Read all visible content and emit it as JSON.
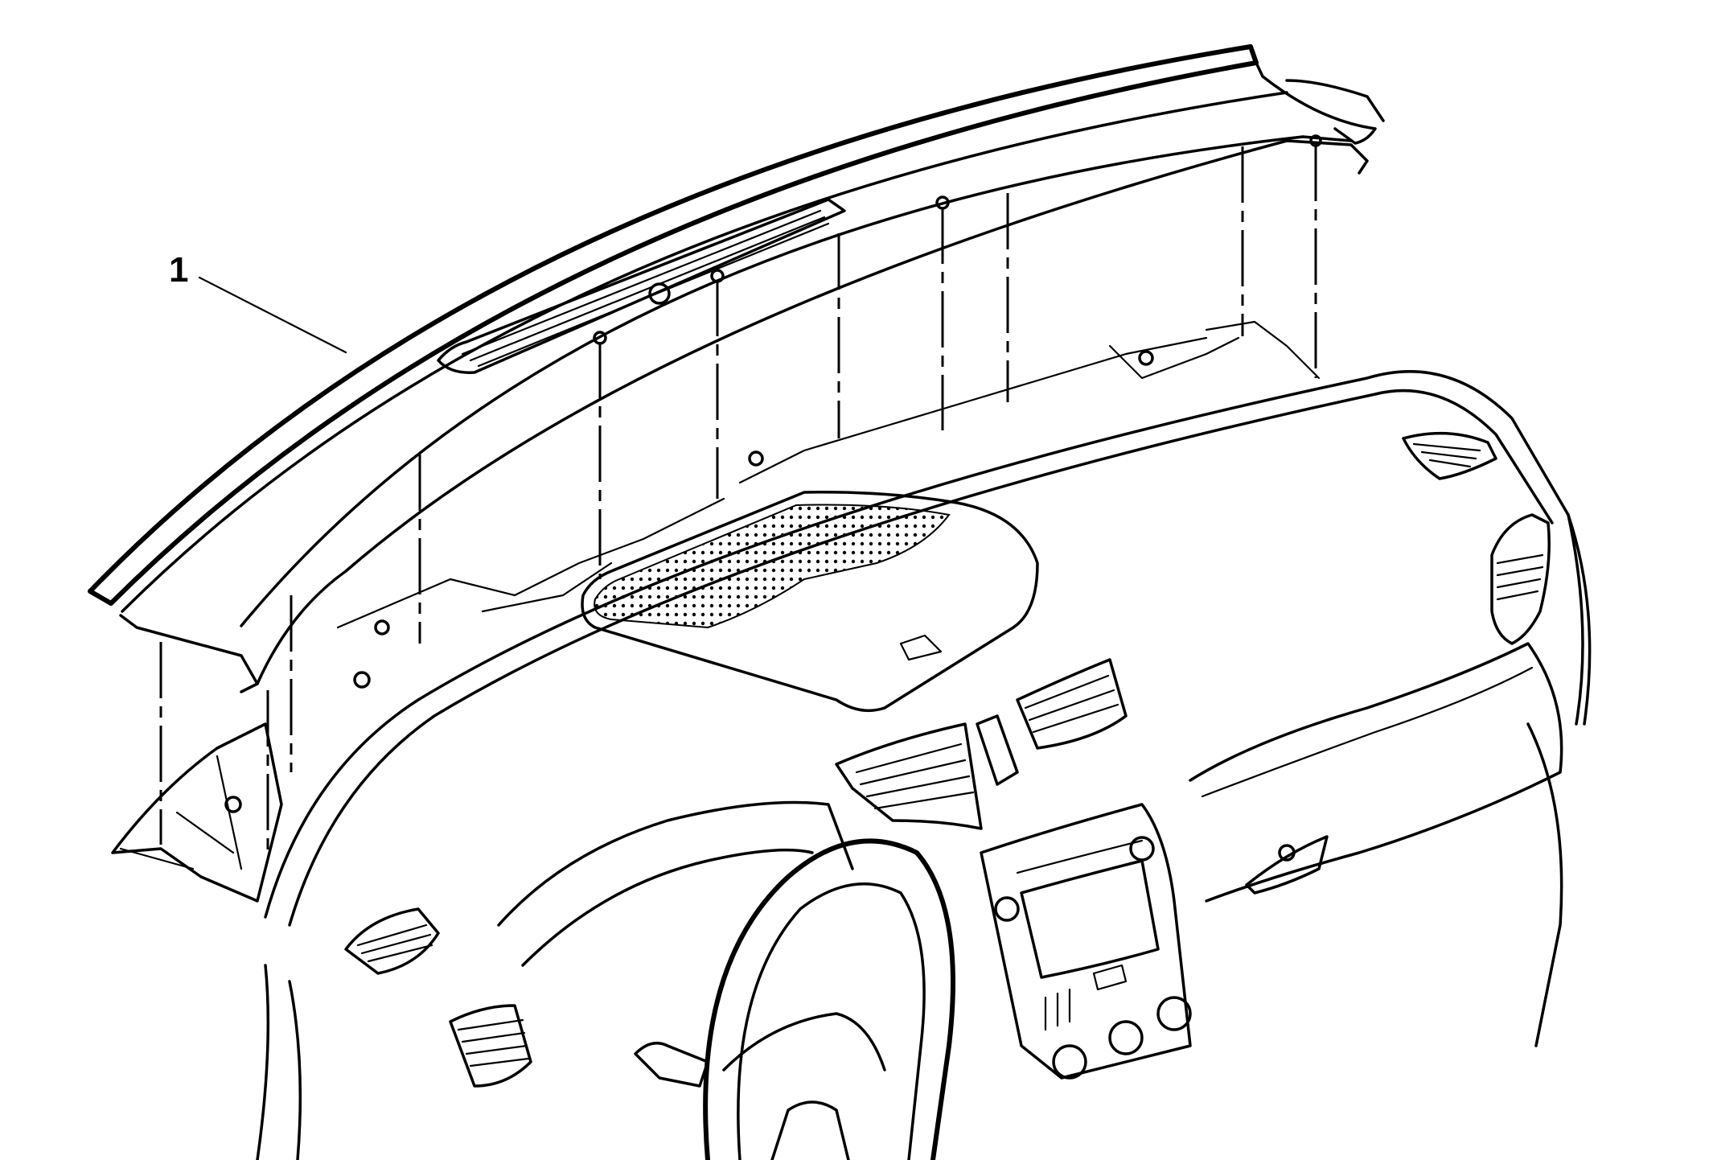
{
  "diagram": {
    "callouts": [
      {
        "label": "1",
        "refers_to": "instrument-panel-upper-trim-pad"
      }
    ],
    "icon": "dashboard-assembly-line-art",
    "colors": {
      "line": "#000000",
      "background": "#ffffff"
    }
  }
}
